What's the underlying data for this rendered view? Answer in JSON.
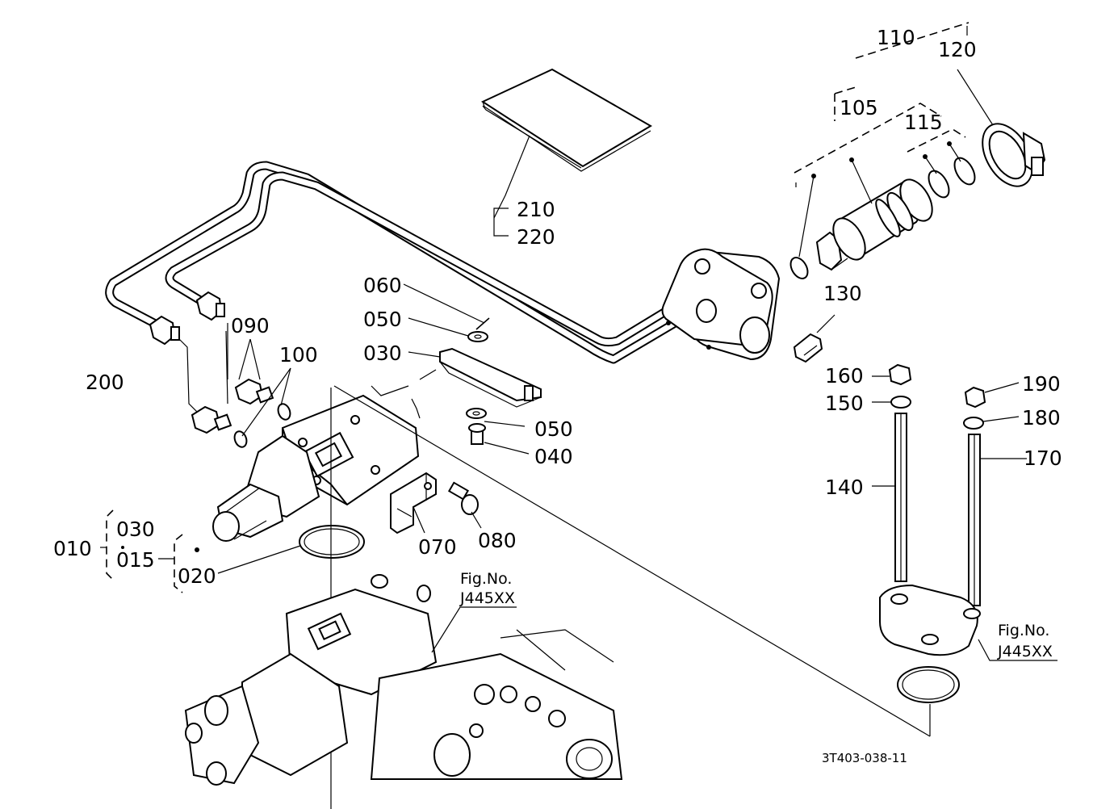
{
  "labels": {
    "p110": "110",
    "p120": "120",
    "p105": "105",
    "p115": "115",
    "p210": "210",
    "p220": "220",
    "p060": "060",
    "p050a": "050",
    "p030a": "030",
    "p050b": "050",
    "p040": "040",
    "p130": "130",
    "p200": "200",
    "p090": "090",
    "p100": "100",
    "p160": "160",
    "p150": "150",
    "p190": "190",
    "p180": "180",
    "p140": "140",
    "p170": "170",
    "p010": "010",
    "p030b": "030",
    "p015": "015",
    "p020": "020",
    "p070": "070",
    "p080": "080"
  },
  "fig_refs": {
    "left_title": "Fig.No.",
    "left_code": "J445XX",
    "right_title": "Fig.No.",
    "right_code": "J445XX"
  },
  "drawing_code": "3T403-038-11"
}
